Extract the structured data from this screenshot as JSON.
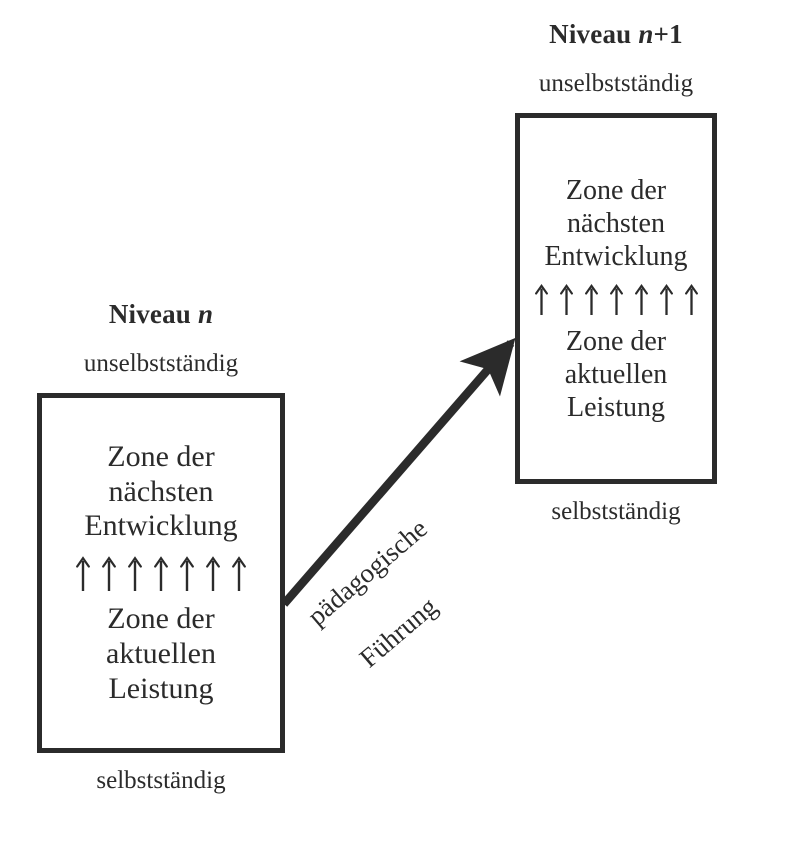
{
  "diagram": {
    "title_visible": false,
    "background_color": "#ffffff",
    "ink_color": "#2b2b2b",
    "levels": [
      {
        "id": "niveau-n",
        "title_prefix": "Niveau ",
        "title_variable": "n",
        "title_suffix": "",
        "top_label": "unselbstständig",
        "bottom_label": "selbstständig",
        "box": {
          "upper_zone": [
            "Zone der",
            "nächsten",
            "Entwicklung"
          ],
          "arrow_count": 7,
          "arrow_glyph": "↑",
          "lower_zone": [
            "Zone der",
            "aktuellen",
            "Leistung"
          ]
        }
      },
      {
        "id": "niveau-n-plus-1",
        "title_prefix": "Niveau ",
        "title_variable": "n",
        "title_suffix": "+1",
        "top_label": "unselbstständig",
        "bottom_label": "selbstständig",
        "box": {
          "upper_zone": [
            "Zone der",
            "nächsten",
            "Entwicklung"
          ],
          "arrow_count": 7,
          "arrow_glyph": "↑",
          "lower_zone": [
            "Zone der",
            "aktuellen",
            "Leistung"
          ]
        }
      }
    ],
    "transition_arrow": {
      "label_line1": "pädagogische",
      "label_line2": "Führung",
      "from": "niveau-n",
      "to": "niveau-n-plus-1"
    }
  }
}
